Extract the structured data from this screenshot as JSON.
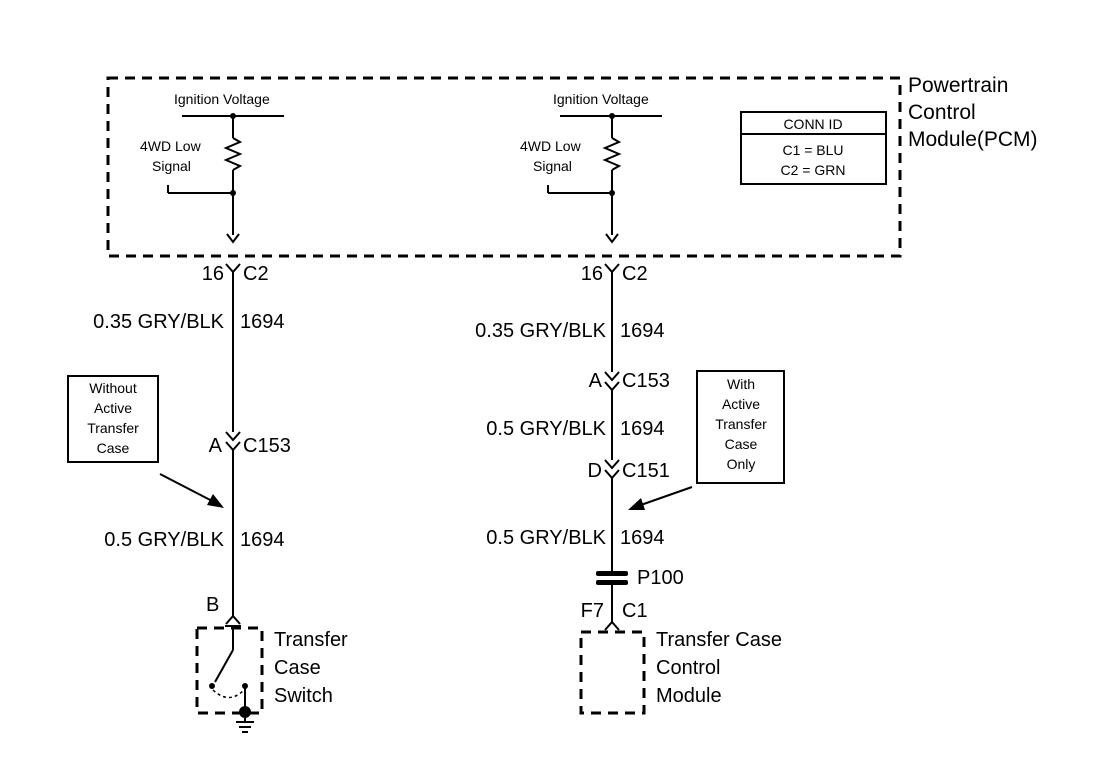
{
  "pcm": {
    "label_line1": "Powertrain",
    "label_line2": "Control",
    "label_line3": "Module(PCM)",
    "conn_id": {
      "title": "CONN ID",
      "row1": "C1 = BLU",
      "row2": "C2 = GRN"
    },
    "left_circuit": {
      "ignition": "Ignition Voltage",
      "signal_line1": "4WD Low",
      "signal_line2": "Signal"
    },
    "right_circuit": {
      "ignition": "Ignition Voltage",
      "signal_line1": "4WD Low",
      "signal_line2": "Signal"
    }
  },
  "left": {
    "pin_top_num": "16",
    "pin_top_conn": "C2",
    "wire1_spec": "0.35 GRY/BLK",
    "wire1_circuit": "1694",
    "c153_pin": "A",
    "c153_conn": "C153",
    "wire2_spec": "0.5 GRY/BLK",
    "wire2_circuit": "1694",
    "pin_bottom": "B",
    "note": [
      "Without",
      "Active",
      "Transfer",
      "Case"
    ],
    "device": [
      "Transfer",
      "Case",
      "Switch"
    ]
  },
  "right": {
    "pin_top_num": "16",
    "pin_top_conn": "C2",
    "wire1_spec": "0.35 GRY/BLK",
    "wire1_circuit": "1694",
    "c153_pin": "A",
    "c153_conn": "C153",
    "wire2_spec": "0.5 GRY/BLK",
    "wire2_circuit": "1694",
    "c151_pin": "D",
    "c151_conn": "C151",
    "wire3_spec": "0.5 GRY/BLK",
    "wire3_circuit": "1694",
    "pass_through": "P100",
    "pin_bottom_num": "F7",
    "pin_bottom_conn": "C1",
    "note": [
      "With",
      "Active",
      "Transfer",
      "Case",
      "Only"
    ],
    "device": [
      "Transfer Case",
      "Control",
      "Module"
    ]
  }
}
